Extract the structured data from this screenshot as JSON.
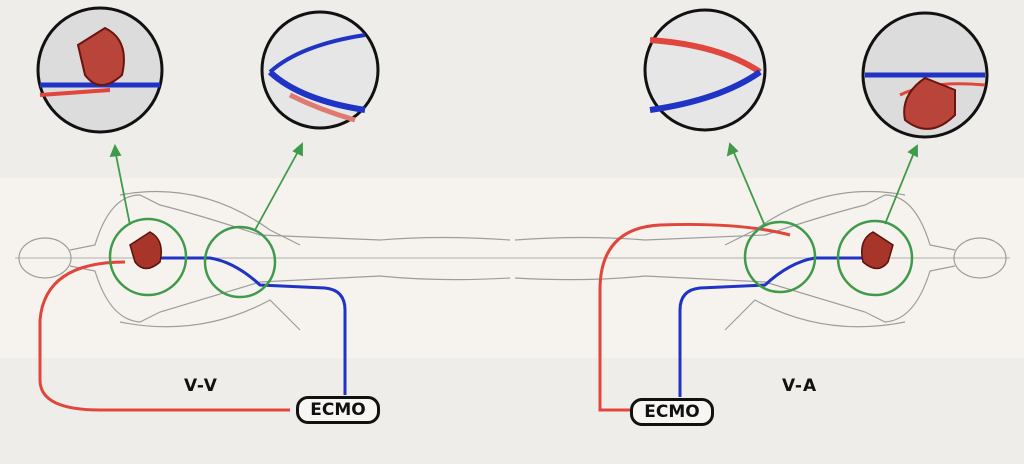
{
  "diagram": {
    "left": {
      "mode_label": "V-V",
      "device_label": "ECMO"
    },
    "right": {
      "mode_label": "V-A",
      "device_label": "ECMO"
    }
  },
  "colors": {
    "venous": "#1f33c4",
    "arterial": "#e0463c",
    "highlight": "#3f9a4a",
    "heart": "#8a1d14",
    "sketch": "#777777"
  }
}
